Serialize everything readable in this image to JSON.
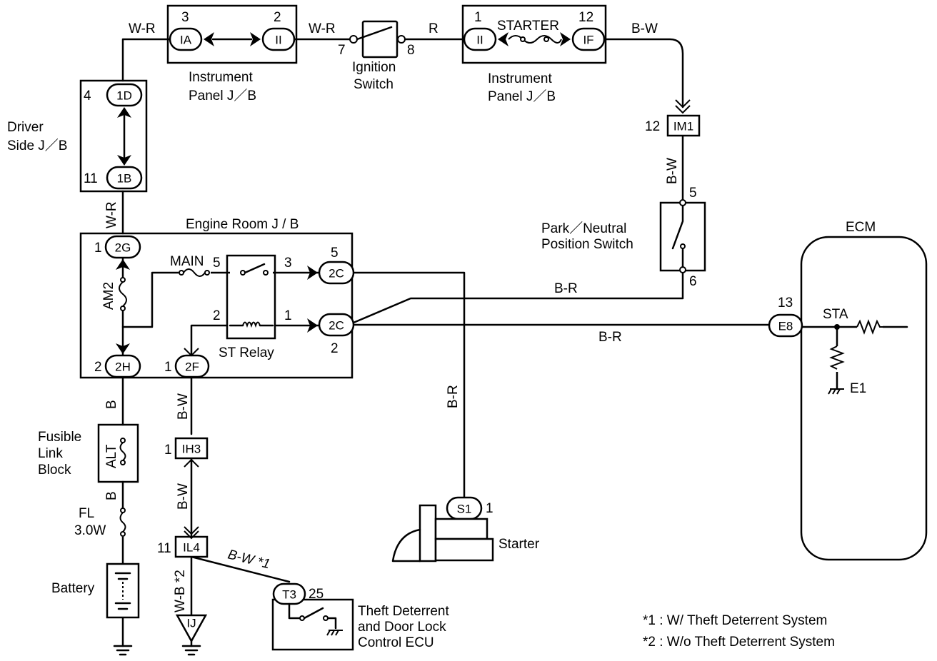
{
  "wires": {
    "wr_top": "W-R",
    "wr_mid": "W-R",
    "r": "R",
    "bw_top": "B-W",
    "wr_vert": "W-R",
    "bw_im1": "B-W",
    "br_pn": "B-R",
    "br_ecm": "B-R",
    "br_starter": "B-R",
    "b_top": "B",
    "b_bot": "B",
    "bw_2f": "B-W",
    "bw_ih3": "B-W",
    "bw_theft": "B-W *1",
    "wb": "W-B *2"
  },
  "components": {
    "ipjb1": {
      "label": "Instrument\nPanel J / B",
      "pin_ia": "3",
      "pin_ii": "2",
      "conn_ia": "IA",
      "conn_ii": "II"
    },
    "ignition": {
      "label": "Ignition\nSwitch",
      "pin7": "7",
      "pin8": "8"
    },
    "ipjb2": {
      "label": "Instrument\nPanel J / B",
      "pin1": "1",
      "pin12": "12",
      "starter_fuse": "STARTER",
      "conn_ii": "II",
      "conn_if": "IF"
    },
    "driver_jb": {
      "label": "Driver\nSide J / B",
      "pin4": "4",
      "conn_1d": "1D",
      "pin11": "11",
      "conn_1b": "1B"
    },
    "im1": {
      "pin": "12",
      "label": "IM1"
    },
    "park_neutral": {
      "label": "Park / Neutral\nPosition Switch",
      "pin5": "5",
      "pin6": "6"
    },
    "engine_room_jb": {
      "label": "Engine Room J / B",
      "pin_2g": "1",
      "conn_2g": "2G",
      "am2": "AM2",
      "main": "MAIN",
      "relay_pin5": "5",
      "relay_pin3": "3",
      "relay_pin2": "2",
      "relay_pin1": "1",
      "conn_2c_top": "2C",
      "pin_2c_top": "5",
      "conn_2c_bot": "2C",
      "pin_2c_bot": "2",
      "st_relay": "ST Relay",
      "pin_2h": "2",
      "conn_2h": "2H",
      "pin_2f": "1",
      "conn_2f": "2F"
    },
    "ecm": {
      "label": "ECM",
      "pin": "13",
      "conn": "E8",
      "sta": "STA",
      "e1": "E1"
    },
    "fusible": {
      "label": "Fusible\nLink\nBlock",
      "alt": "ALT"
    },
    "fl": {
      "label": "FL\n3.0W"
    },
    "battery": {
      "label": "Battery"
    },
    "ih3": {
      "pin": "1",
      "label": "IH3"
    },
    "il4": {
      "pin": "11",
      "label": "IL4"
    },
    "ij": {
      "label": "IJ"
    },
    "starter": {
      "label": "Starter",
      "conn": "S1",
      "pin": "1"
    },
    "theft_ecu": {
      "label": "Theft Deterrent\nand Door Lock\nControl ECU",
      "conn": "T3",
      "pin": "25"
    }
  },
  "notes": {
    "n1": "*1 : W/  Theft Deterrent System",
    "n2": "*2 : W/o Theft Deterrent System"
  }
}
